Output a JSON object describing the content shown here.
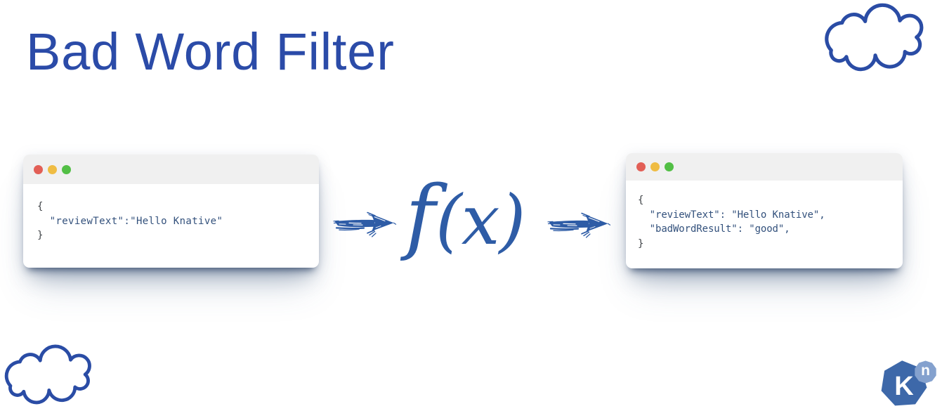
{
  "slide": {
    "title": "Bad Word Filter",
    "background_color": "#ffffff"
  },
  "colors": {
    "title_blue": "#2b4ba8",
    "sketch_blue": "#2a4ca5",
    "function_blue": "#2e5ca6",
    "code_string_blue": "#33517c",
    "code_brace_gray": "#3f4347",
    "titlebar_gray": "#f0f0f0",
    "dot_red": "#e25f56",
    "dot_yellow": "#efbc43",
    "dot_green": "#52bf45",
    "logo_heptagon_blue": "#3d68a9",
    "logo_badge_blue": "#84a1ce"
  },
  "function_label": {
    "f": "f",
    "args": "(x)"
  },
  "input_window": {
    "traffic_lights": [
      "close",
      "minimize",
      "zoom"
    ],
    "lines": [
      {
        "text": "{",
        "role": "brace"
      },
      {
        "text": "  \"reviewText\":\"Hello Knative\"",
        "role": "string"
      },
      {
        "text": "}",
        "role": "brace"
      }
    ]
  },
  "output_window": {
    "traffic_lights": [
      "close",
      "minimize",
      "zoom"
    ],
    "lines": [
      {
        "text": "{",
        "role": "brace"
      },
      {
        "text": "  \"reviewText\": \"Hello Knative\",",
        "role": "string"
      },
      {
        "text": "  \"badWordResult\": \"good\",",
        "role": "string"
      },
      {
        "text": "}",
        "role": "brace"
      }
    ]
  },
  "logo": {
    "letter": "K",
    "badge_letter": "n"
  }
}
